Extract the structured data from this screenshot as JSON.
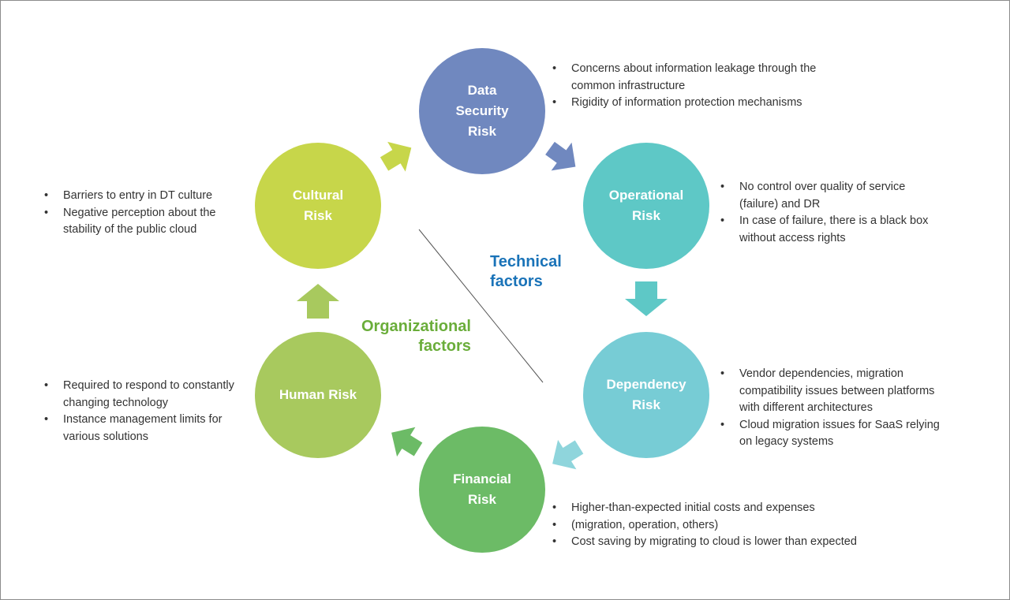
{
  "nodes": {
    "data_security": {
      "label": "Data\nSecurity\nRisk",
      "color": "#7088bf"
    },
    "operational": {
      "label": "Operational\nRisk",
      "color": "#5ec8c6"
    },
    "dependency": {
      "label": "Dependency\nRisk",
      "color": "#77ccd5"
    },
    "financial": {
      "label": "Financial\nRisk",
      "color": "#6cbb66"
    },
    "human": {
      "label": "Human Risk",
      "color": "#a8c95e"
    },
    "cultural": {
      "label": "Cultural\nRisk",
      "color": "#c7d64a"
    }
  },
  "groups": {
    "technical": {
      "label": "Technical\nfactors",
      "color": "#1a73b8"
    },
    "organizational": {
      "label": "Organizational\nfactors",
      "color": "#6aad3a"
    }
  },
  "bullets": {
    "data_security": [
      "Concerns about information leakage through the common infrastructure",
      "Rigidity of information protection mechanisms"
    ],
    "operational": [
      "No control over quality of service (failure) and DR",
      "In case of failure, there is a black box without access rights"
    ],
    "dependency": [
      "Vendor dependencies, migration compatibility issues between platforms with different architectures",
      "Cloud migration issues for SaaS relying on legacy systems"
    ],
    "financial": [
      "Higher-than-expected initial costs and expenses",
      "(migration, operation, others)",
      "Cost saving by migrating to cloud is lower than expected"
    ],
    "human": [
      "Required to respond to constantly changing technology",
      "Instance management limits for various solutions"
    ],
    "cultural": [
      "Barriers to entry in DT culture",
      "Negative perception about the stability of the public cloud"
    ]
  },
  "arrow_colors": {
    "cultural_to_data": "#c7d64a",
    "data_to_operational": "#7088bf",
    "operational_to_dependency": "#5ec8c6",
    "dependency_to_financial": "#8fd5dc",
    "financial_to_human": "#6cbb66",
    "human_to_cultural": "#a8c95e"
  }
}
